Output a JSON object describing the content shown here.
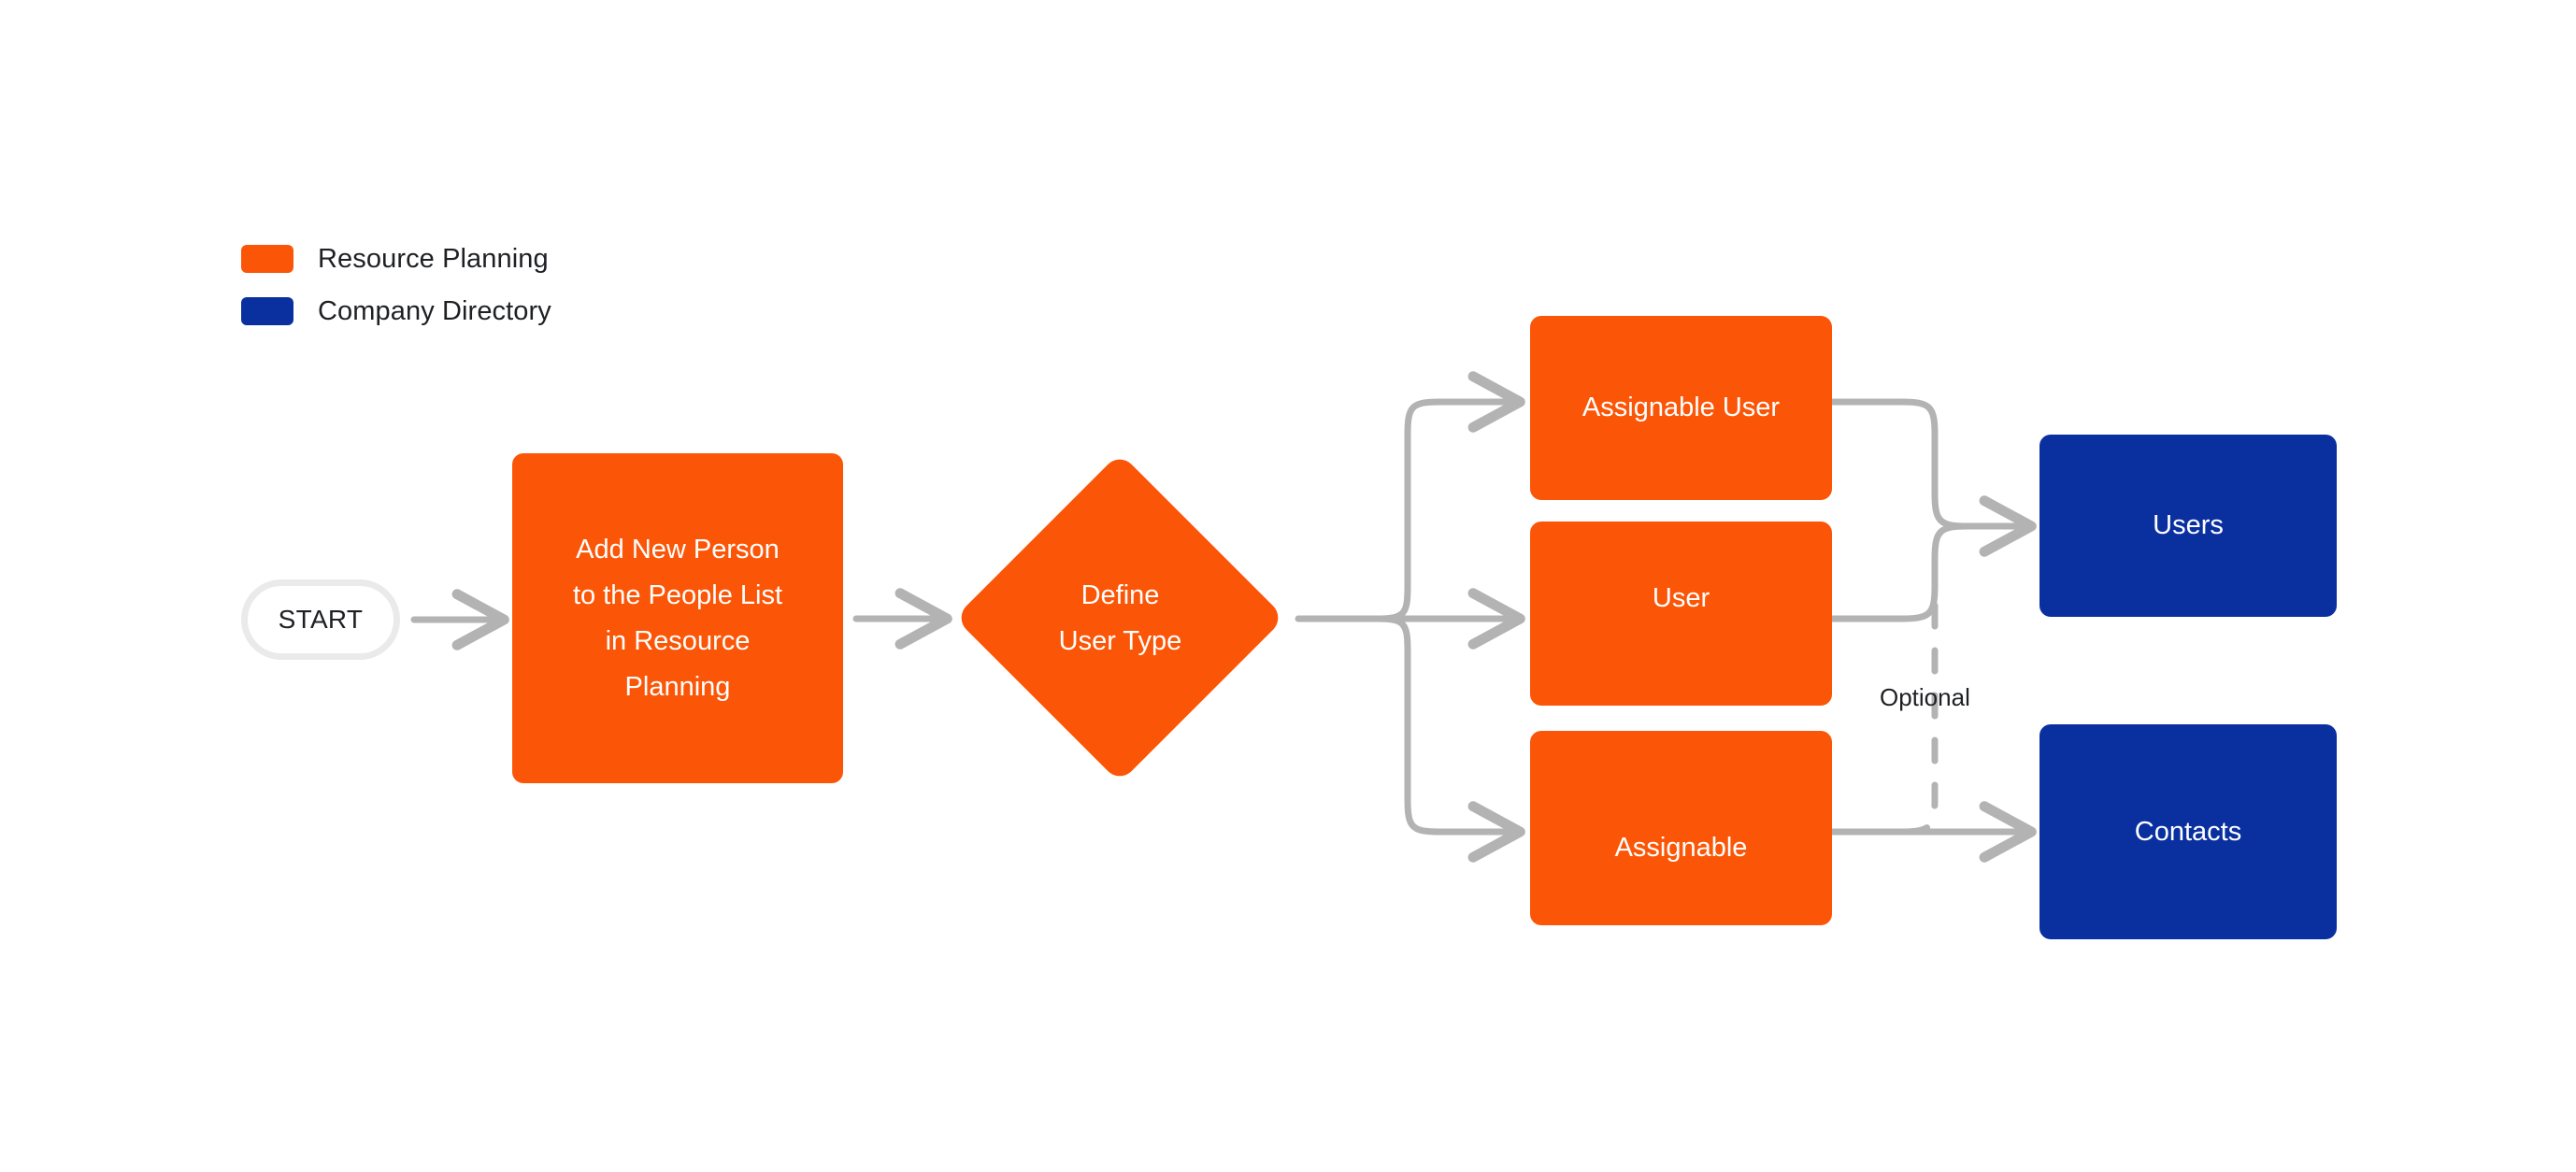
{
  "diagram": {
    "title": "Add New Person user type flow",
    "background": "#ffffff"
  },
  "colors": {
    "resource_planning": "#fb5607",
    "company_directory": "#0a30a0",
    "connector": "#b3b3b3",
    "start_border": "#eaeaea",
    "text_dark": "#1f2023",
    "text_light": "#ffffff"
  },
  "legend": {
    "items": [
      {
        "label": "Resource Planning",
        "color": "#fb5607"
      },
      {
        "label": "Company Directory",
        "color": "#0a30a0"
      }
    ]
  },
  "nodes": {
    "start": {
      "label": "START",
      "shape": "pill"
    },
    "add_person": {
      "label": "Add New Person\nto the People List\nin Resource\nPlanning",
      "shape": "rounded-rect",
      "group": "Resource Planning"
    },
    "define_user_type": {
      "label": "Define\nUser Type",
      "shape": "diamond",
      "group": "Resource Planning"
    },
    "assignable_user": {
      "label": "Assignable User",
      "shape": "rounded-rect",
      "group": "Resource Planning"
    },
    "user": {
      "label": "User",
      "shape": "rounded-rect",
      "group": "Resource Planning"
    },
    "assignable": {
      "label": "Assignable",
      "shape": "rounded-rect",
      "group": "Resource Planning"
    },
    "users": {
      "label": "Users",
      "shape": "rounded-rect",
      "group": "Company Directory"
    },
    "contacts": {
      "label": "Contacts",
      "shape": "rounded-rect",
      "group": "Company Directory"
    }
  },
  "edges": [
    {
      "from": "start",
      "to": "add_person",
      "style": "solid",
      "label": ""
    },
    {
      "from": "add_person",
      "to": "define_user_type",
      "style": "solid",
      "label": ""
    },
    {
      "from": "define_user_type",
      "to": "assignable_user",
      "style": "solid",
      "label": ""
    },
    {
      "from": "define_user_type",
      "to": "user",
      "style": "solid",
      "label": ""
    },
    {
      "from": "define_user_type",
      "to": "assignable",
      "style": "solid",
      "label": ""
    },
    {
      "from": "assignable_user",
      "to": "users",
      "style": "solid",
      "label": ""
    },
    {
      "from": "user",
      "to": "users",
      "style": "solid",
      "label": ""
    },
    {
      "from": "assignable",
      "to": "contacts",
      "style": "solid",
      "label": ""
    },
    {
      "from": "users",
      "to": "contacts",
      "style": "dashed",
      "label": "Optional"
    }
  ],
  "labels": {
    "optional": "Optional"
  }
}
